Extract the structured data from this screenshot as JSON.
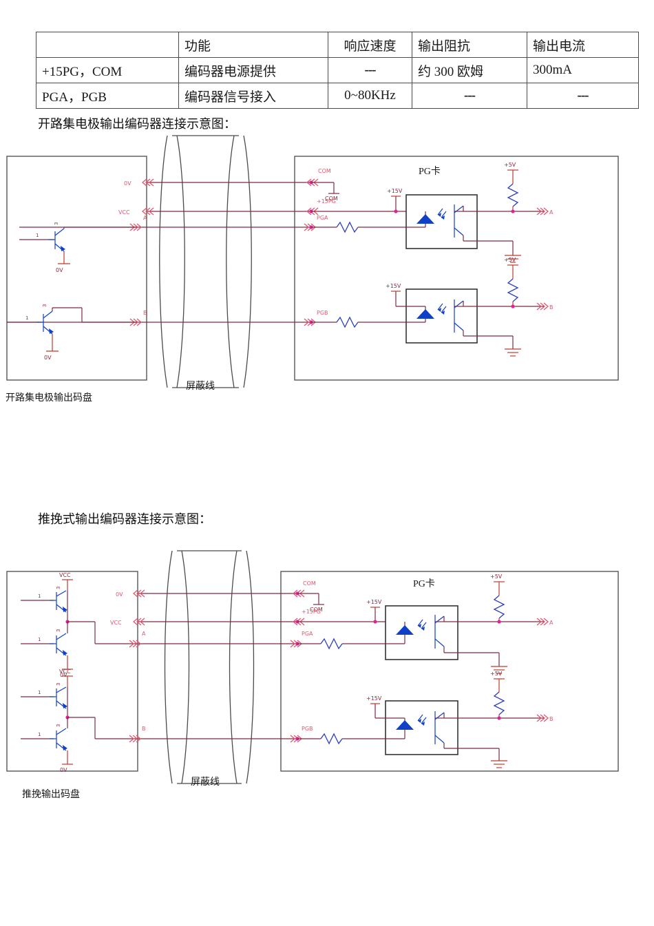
{
  "spec_table": {
    "headers": [
      "",
      "功能",
      "响应速度",
      "输出阻抗",
      "输出电流"
    ],
    "rows": [
      {
        "signal": "+15PG，COM",
        "function": "编码器电源提供",
        "response_speed": "---",
        "output_impedance": "约 300 欧姆",
        "output_current": "300mA"
      },
      {
        "signal": "PGA，PGB",
        "function": "编码器信号接入",
        "response_speed": "0~80KHz",
        "output_impedance": "---",
        "output_current": "---"
      }
    ]
  },
  "sections": [
    {
      "caption": "开路集电极输出编码器连接示意图：",
      "encoder_box_label": "开路集电极输出码盘",
      "cable_label": "屏蔽线",
      "card_label": "PG卡",
      "encoder_terminals": [
        "0V",
        "VCC",
        "A",
        "B"
      ],
      "card_terminals": [
        "COM",
        "+15PG",
        "PGA",
        "PGB"
      ],
      "card_com_node": "COM",
      "supply_15v": [
        "+15V",
        "+15V"
      ],
      "supply_5v": [
        "+5V",
        "+5V"
      ],
      "outputs": [
        "A",
        "B"
      ],
      "transistor_pins": [
        "1",
        "3"
      ],
      "ground_refs": [
        "0V",
        "0V"
      ]
    },
    {
      "caption": "推挽式输出编码器连接示意图：",
      "encoder_box_label": "推挽输出码盘",
      "cable_label": "屏蔽线",
      "card_label": "PG卡",
      "encoder_terminals": [
        "0V",
        "VCC",
        "A",
        "B"
      ],
      "card_terminals": [
        "COM",
        "+15PG",
        "PGA",
        "PGB"
      ],
      "card_com_node": "COM",
      "supply_15v": [
        "+15V",
        "+15V"
      ],
      "supply_5v": [
        "+5V",
        "+5V"
      ],
      "supply_vcc": [
        "VCC",
        "VCC"
      ],
      "outputs": [
        "A",
        "B"
      ],
      "transistor_pins": [
        "1",
        "3",
        "1",
        "3"
      ],
      "ground_refs": [
        "0V",
        "0V"
      ]
    }
  ],
  "colors": {
    "label_pink": "#e2566e",
    "wire_maroon": "#7d2b42",
    "resistor_blue": "#2b3ec0",
    "diode_blue": "#1040c8",
    "node_magenta": "#e0229a",
    "box_gray": "#555555"
  }
}
